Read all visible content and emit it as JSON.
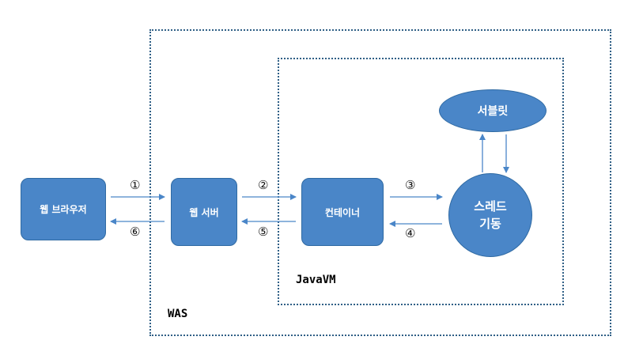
{
  "frames": {
    "was_label": "WAS",
    "jvm_label": "JavaVM"
  },
  "nodes": {
    "browser": "웹 브라우저",
    "web_server": "웹 서버",
    "container": "컨테이너",
    "servlet": "서블릿",
    "thread": "스레드\n기동"
  },
  "steps": [
    "①",
    "②",
    "③",
    "④",
    "⑤",
    "⑥"
  ],
  "colors": {
    "node_fill": "#4a86c8",
    "node_border": "#2f6aa3",
    "frame": "#2f5f86",
    "arrow": "#4a86c8"
  }
}
